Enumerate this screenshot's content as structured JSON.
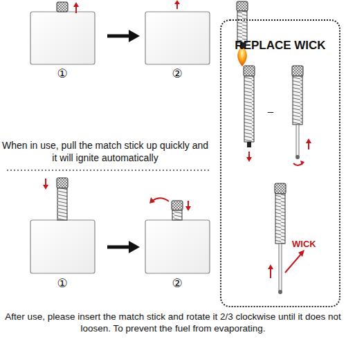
{
  "diagram": {
    "nodes": [
      {
        "text": [
          "REPLACE WICK"
        ]
      }
    ],
    "labels": [
      "①",
      "②",
      "When in use, pull the match stick up quickly and it will ignite automatically",
      "①",
      "②",
      "After use, please insert the match stick and rotate it 2/3 clockwise until it does not loosen. To prevent the fuel from evaporating.",
      "–",
      "WICK"
    ]
  }
}
